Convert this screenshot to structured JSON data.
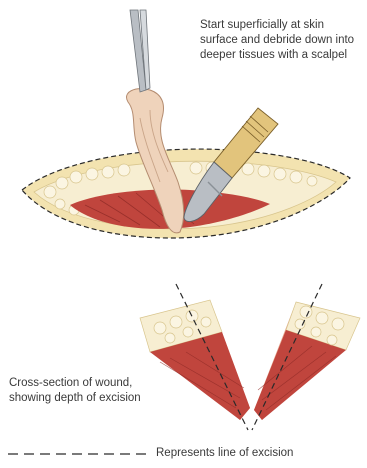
{
  "annotations": {
    "top_caption": "Start superficially at skin\nsurface and debride down into\ndeeper tissues with a scalpel",
    "cross_section_caption": "Cross-section of wound,\nshowing depth of excision",
    "legend_caption": "Represents line of excision"
  },
  "colors": {
    "skin": "#f3e3b0",
    "fat": "#f7eed2",
    "fat_outline": "#d8c58d",
    "muscle": "#c0453d",
    "muscle_dark": "#8e2a26",
    "dermis": "#e8a890",
    "excision_line": "#2a2a2a",
    "instrument": "#b9bec4",
    "handle": "#e2c47c",
    "tissue": "#efd3bb"
  }
}
